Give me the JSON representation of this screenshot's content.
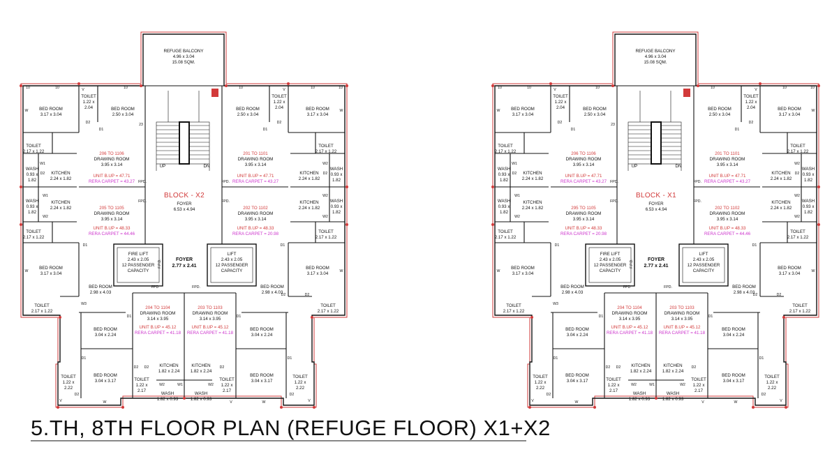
{
  "title": "5.TH, 8TH FLOOR PLAN (REFUGE FLOOR) X1+X2",
  "colors": {
    "wall": "#111111",
    "outline": "#d23a3a",
    "unit_label": "#d23a3a",
    "rera": "#cc33cc"
  },
  "common": {
    "refuge": {
      "label": "REFUGE BALCONY",
      "size": "4.96 x 3.04",
      "area": "15.08 SQM."
    },
    "foyer_small": {
      "label": "FOYER",
      "size": "2.77 x 2.41"
    },
    "fire_lift": {
      "l1": "FIRE LIFT",
      "l2": "2.43 x 2.05",
      "l3": "12 PASSENGER",
      "l4": "CAPACITY"
    },
    "lift": {
      "l1": "LIFT",
      "l2": "2.43 x 2.05",
      "l3": "12 PASSENGER",
      "l4": "CAPACITY"
    },
    "stair_up": "UP",
    "stair_dn": "DN",
    "fpd": "FPD",
    "fpd_dot": "FPD.",
    "fpd_vertical": "F.P.D.",
    "foyer_main_label": "FOYER",
    "foyer_main_size": "6.53 x 4.94",
    "drawing_room": "DRAWING ROOM",
    "bed_room": "BED ROOM",
    "kitchen": "KITCHEN",
    "toilet": "TOILET",
    "wash": "WASH",
    "door_d1": "D1",
    "door_d2": "D2",
    "win_w": "W",
    "win_v": "V",
    "win_w1": "W1",
    "win_w2": "W2",
    "win_w3": "W3",
    "lvl_10": "10",
    "lvl_23": "23"
  },
  "rooms": {
    "bed_tl_outer": "3.17 x 3.04",
    "bed_tl_inner": "2.50 x 3.04",
    "toilet_top_a": "1.22 x",
    "toilet_top_b": "2.04",
    "toilet_side": "2.17 x 1.22",
    "kitchen_side": "2.24 x 1.82",
    "wash_a": "0.93 x",
    "wash_b": "1.82",
    "drawing": "3.95 x 3.14",
    "bed_mid_outer": "3.17 x 3.04",
    "bed_mid_inner": "2.98 x 4.03",
    "drawing_bottom": "3.14 x 3.95",
    "bed_bottom_upper": "3.04 x 2.24",
    "bed_bottom_lower": "3.04 x 3.17",
    "toilet_b_a": "1.22 x",
    "toilet_b_b": "2.22",
    "toilet_b2_b": "2.17",
    "kitchen_bottom": "1.82 x 2.24",
    "wash_bottom": "1.82 x 0.93"
  },
  "plans": [
    {
      "block": "BLOCK - X2",
      "units": {
        "tl": {
          "num": "206 TO 1106",
          "bup": "UNIT B.UP = 47.71",
          "rera": "RERA CARPET = 43.27"
        },
        "tr": {
          "num": "201 TO 1101",
          "bup": "UNIT B.UP = 47.71",
          "rera": "RERA CARPET = 43.27"
        },
        "ml": {
          "num": "205 TO 1105",
          "bup": "UNIT B.UP = 48.33",
          "rera": "RERA CARPET = 44.46"
        },
        "mr": {
          "num": "202 TO 1102",
          "bup": "UNIT B.UP = 48.33",
          "rera": "RERA CARPET = 20.98"
        },
        "bl": {
          "num": "204 TO 1104",
          "bup": "UNIT B.UP = 45.12",
          "rera": "RERA CARPET = 41.18"
        },
        "br": {
          "num": "203 TO 1103",
          "bup": "UNIT B.UP = 45.12",
          "rera": "RERA CARPET = 41.18"
        }
      }
    },
    {
      "block": "BLOCK - X1",
      "units": {
        "tl": {
          "num": "206 TO 1106",
          "bup": "UNIT B.UP = 47.71",
          "rera": "RERA CARPET = 43.27"
        },
        "tr": {
          "num": "201 TO 1101",
          "bup": "UNIT B.UP = 47.71",
          "rera": "RERA CARPET = 43.27"
        },
        "ml": {
          "num": "295 TO 1105",
          "bup": "UNIT B.UP = 48.33",
          "rera": "RERA CARPET = 20.98"
        },
        "mr": {
          "num": "202 TO 1102",
          "bup": "UNIT B.UP = 48.33",
          "rera": "RERA CARPET = 44.46"
        },
        "bl": {
          "num": "204 TO 1104",
          "bup": "UNIT B.UP = 45.12",
          "rera": "RERA CARPET = 41.18"
        },
        "br": {
          "num": "203 TO 1103",
          "bup": "UNIT B.UP = 45.12",
          "rera": "RERA CARPET = 41.18"
        }
      }
    }
  ]
}
